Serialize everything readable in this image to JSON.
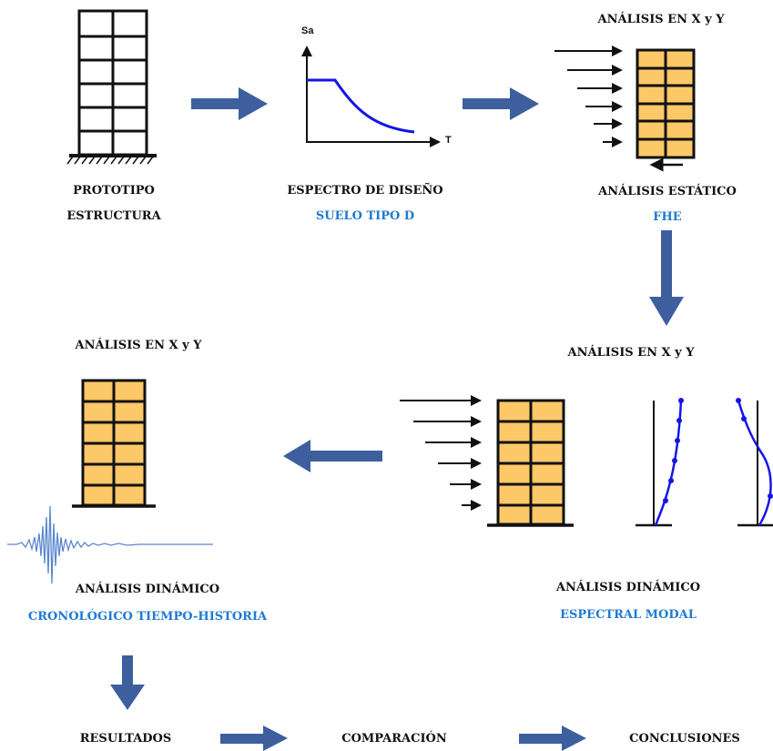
{
  "colors": {
    "arrow": "#3d5f9e",
    "floor": "#fcc868",
    "grid": "#111111",
    "accent_text": "#1f7ad1",
    "curve": "#1515e6",
    "seismic": "#5b87cf"
  },
  "steps": {
    "prototype": {
      "line1": "PROTOTIPO",
      "line2": "ESTRUCTURA"
    },
    "spectrum": {
      "line1": "ESPECTRO DE DISEÑO",
      "line2": "SUELO TIPO D",
      "axis_y": "Sa",
      "axis_x": "T"
    },
    "static": {
      "header": "ANÁLISIS EN X  y  Y",
      "line1": "ANÁLISIS ESTÁTICO",
      "line2": "FHE"
    },
    "modal": {
      "header": "ANÁLISIS EN X  y  Y",
      "line1": "ANÁLISIS DINÁMICO",
      "line2": "ESPECTRAL MODAL"
    },
    "history": {
      "header": "ANÁLISIS EN X  y  Y",
      "line1": "ANÁLISIS DINÁMICO",
      "line2": "CRONOLÓGICO TIEMPO-HISTORIA"
    },
    "results": {
      "label": "RESULTADOS"
    },
    "comparison": {
      "label": "COMPARACIÓN"
    },
    "conclusions": {
      "label": "CONCLUSIONES"
    }
  }
}
